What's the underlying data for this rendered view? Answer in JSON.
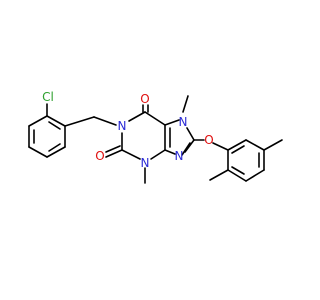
{
  "molecule": {
    "atoms": {
      "chlorine": {
        "text": "Cl",
        "color": "#2ea02e"
      },
      "n1": {
        "text": "N",
        "color": "#2b2bd6"
      },
      "n3": {
        "text": "N",
        "color": "#2b2bd6"
      },
      "n7": {
        "text": "N",
        "color": "#2b2bd6"
      },
      "n9": {
        "text": "N",
        "color": "#2b2bd6"
      },
      "o_carbonyl_top": {
        "text": "O",
        "color": "#e01010"
      },
      "o_carbonyl_left": {
        "text": "O",
        "color": "#e01010"
      },
      "o_ether": {
        "text": "O",
        "color": "#e01010"
      }
    },
    "bond_color": "#000000",
    "background": "#ffffff"
  }
}
